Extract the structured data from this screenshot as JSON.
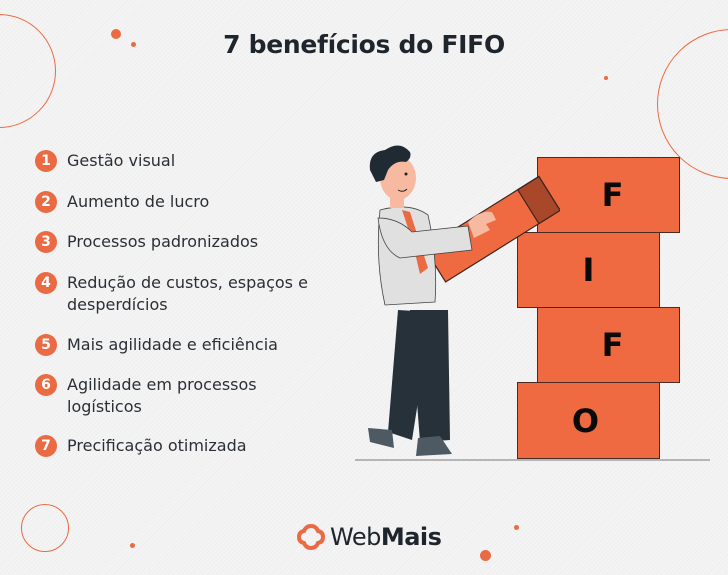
{
  "title": "7 benefícios do FIFO",
  "benefits": [
    {
      "number": "1",
      "label": "Gestão visual"
    },
    {
      "number": "2",
      "label": "Aumento de lucro"
    },
    {
      "number": "3",
      "label": "Processos padronizados"
    },
    {
      "number": "4",
      "label": "Redução de custos, espaços e desperdícios"
    },
    {
      "number": "5",
      "label": "Mais agilidade e eficiência"
    },
    {
      "number": "6",
      "label": "Agilidade em processos logísticos"
    },
    {
      "number": "7",
      "label": "Precificação otimizada"
    }
  ],
  "blocks": [
    {
      "letter": "F"
    },
    {
      "letter": "I"
    },
    {
      "letter": "F"
    },
    {
      "letter": "O"
    }
  ],
  "logo": {
    "part1": "Web",
    "part2": "Mais",
    "icon": "webmais-logo-icon"
  },
  "colors": {
    "accent": "#ea6a43",
    "block": "#ef6a40",
    "block_dark": "#a8472a",
    "text": "#2a2f36",
    "title": "#1f252d",
    "background": "#f4f4f4"
  },
  "illustration": {
    "subject": "man-lifting-block-icon"
  }
}
